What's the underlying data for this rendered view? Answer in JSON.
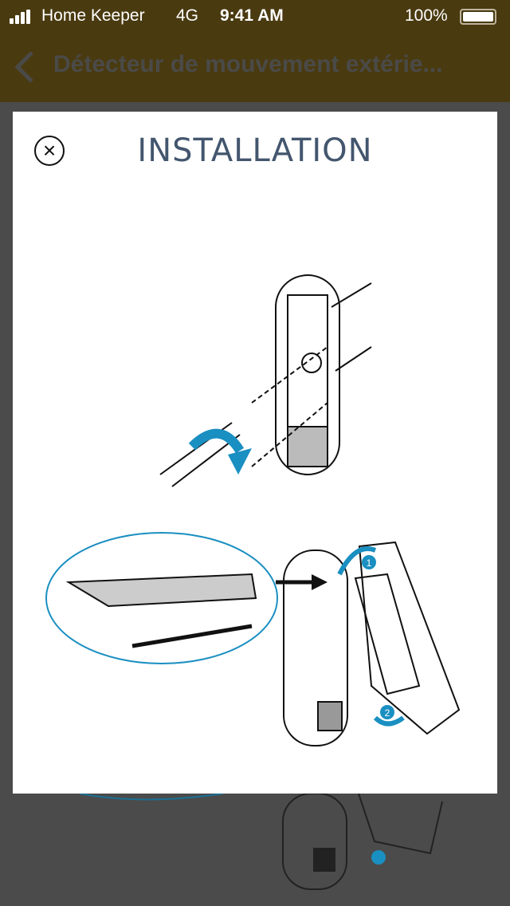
{
  "status_bar": {
    "carrier": "Home Keeper",
    "network": "4G",
    "time": "9:41 AM",
    "battery": "100%",
    "battery_level": 100
  },
  "nav": {
    "title": "Détecteur de mouvement extérie..."
  },
  "modal": {
    "title": "INSTALLATION",
    "step_labels": [
      "1",
      "2"
    ]
  },
  "colors": {
    "accent": "#1a8fc1",
    "title": "#43566e",
    "bar": "#4a3a10"
  }
}
